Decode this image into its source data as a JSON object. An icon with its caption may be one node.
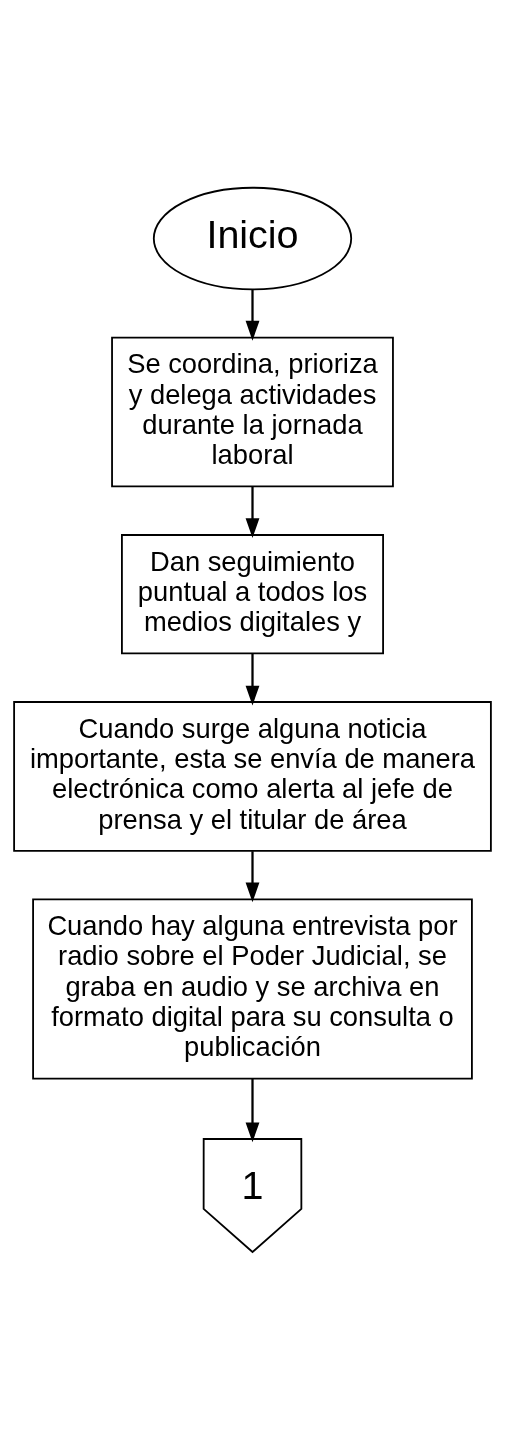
{
  "diagram": {
    "nodes": [
      {
        "text": [
          "Inicio"
        ]
      },
      {
        "text": [
          "Se coordina, prioriza y delega actividades durante la jornada laboral"
        ]
      },
      {
        "text": [
          "Dan seguimiento puntual a todos los medios digitales y"
        ]
      },
      {
        "text": [
          "Cuando surge alguna noticia importante, esta se envía de manera electrónica como alerta al jefe de prensa y el titular de área"
        ]
      },
      {
        "text": [
          "Cuando hay alguna entrevista por radio sobre el Poder Judicial, se graba en audio y se archiva en formato digital para su consulta o publicación"
        ]
      },
      {
        "text": [
          "1"
        ]
      }
    ],
    "edges": [
      {
        "from": 0,
        "to": 1,
        "arrow": "to"
      },
      {
        "from": 1,
        "to": 2,
        "arrow": "to"
      },
      {
        "from": 2,
        "to": 3,
        "arrow": "to"
      },
      {
        "from": 3,
        "to": 4,
        "arrow": "to"
      },
      {
        "from": 4,
        "to": 5,
        "arrow": "to"
      }
    ]
  }
}
